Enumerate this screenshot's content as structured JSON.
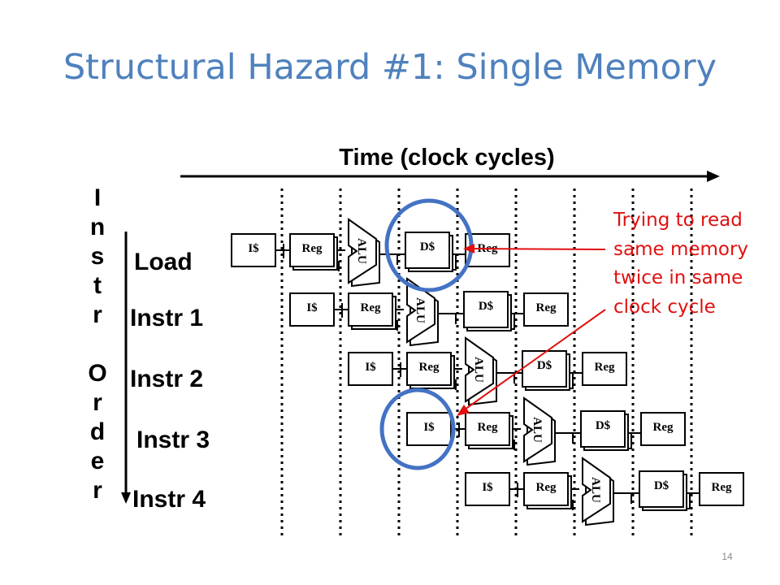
{
  "slide": {
    "title": "Structural Hazard #1: Single Memory",
    "time_axis_label": "Time (clock cycles)",
    "vertical_axis_chars": [
      "I",
      "n",
      "s",
      "t",
      "r",
      "O",
      "r",
      "d",
      "e",
      "r"
    ],
    "instructions": [
      "Load",
      "Instr 1",
      "Instr 2",
      "Instr 3",
      "Instr 4"
    ],
    "stage_labels": {
      "ifetch": "I$",
      "reg": "Reg",
      "alu": "ALU",
      "dmem": "D$"
    },
    "callout": [
      "Trying to read",
      "same memory",
      "twice in same",
      "clock cycle"
    ],
    "page_number": "14"
  },
  "colors": {
    "title": "#4f81bd",
    "highlight_circle": "#4472c4",
    "callout_text": "#e01010",
    "arrow": "#e01010"
  }
}
